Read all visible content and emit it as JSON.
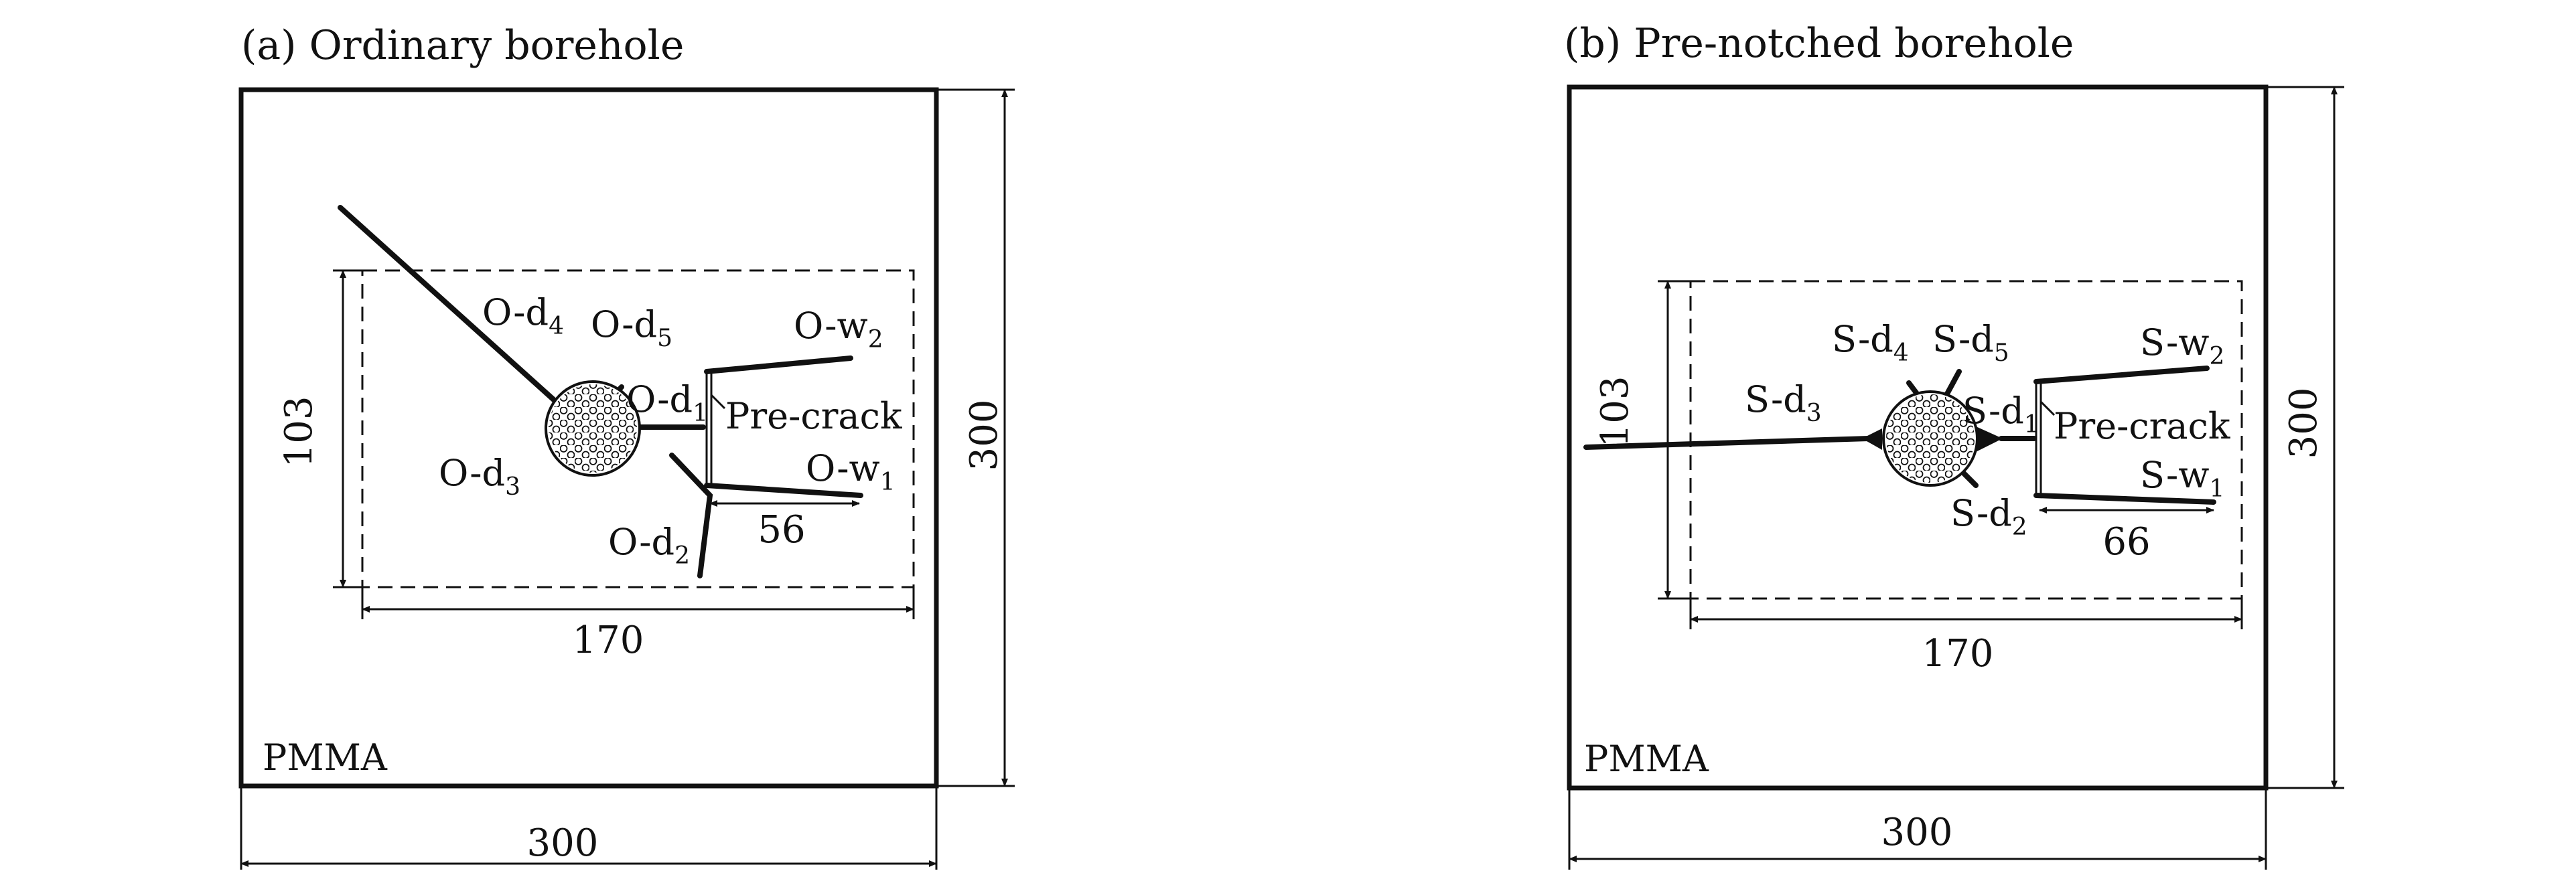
{
  "panels": [
    {
      "title": "(a) Ordinary borehole",
      "material": "PMMA",
      "dims": {
        "width": "300",
        "height": "300",
        "inner_width": "170",
        "inner_height": "103",
        "precrack_length": "56"
      },
      "labels": {
        "d1": "O-d",
        "d2": "O-d",
        "d3": "O-d",
        "d4": "O-d",
        "d5": "O-d",
        "w1": "O-w",
        "w2": "O-w",
        "precrack": "Pre-crack"
      },
      "subs": {
        "d1": "1",
        "d2": "2",
        "d3": "3",
        "d4": "4",
        "d5": "5",
        "w1": "1",
        "w2": "2"
      }
    },
    {
      "title": "(b) Pre-notched borehole",
      "material": "PMMA",
      "dims": {
        "width": "300",
        "height": "300",
        "inner_width": "170",
        "inner_height": "103",
        "precrack_length": "66"
      },
      "labels": {
        "d1": "S-d",
        "d2": "S-d",
        "d3": "S-d",
        "d4": "S-d",
        "d5": "S-d",
        "w1": "S-w",
        "w2": "S-w",
        "precrack": "Pre-crack"
      },
      "subs": {
        "d1": "1",
        "d2": "2",
        "d3": "3",
        "d4": "4",
        "d5": "5",
        "w1": "1",
        "w2": "2"
      }
    }
  ],
  "colors": {
    "ink": "#111111",
    "background": "#ffffff"
  }
}
